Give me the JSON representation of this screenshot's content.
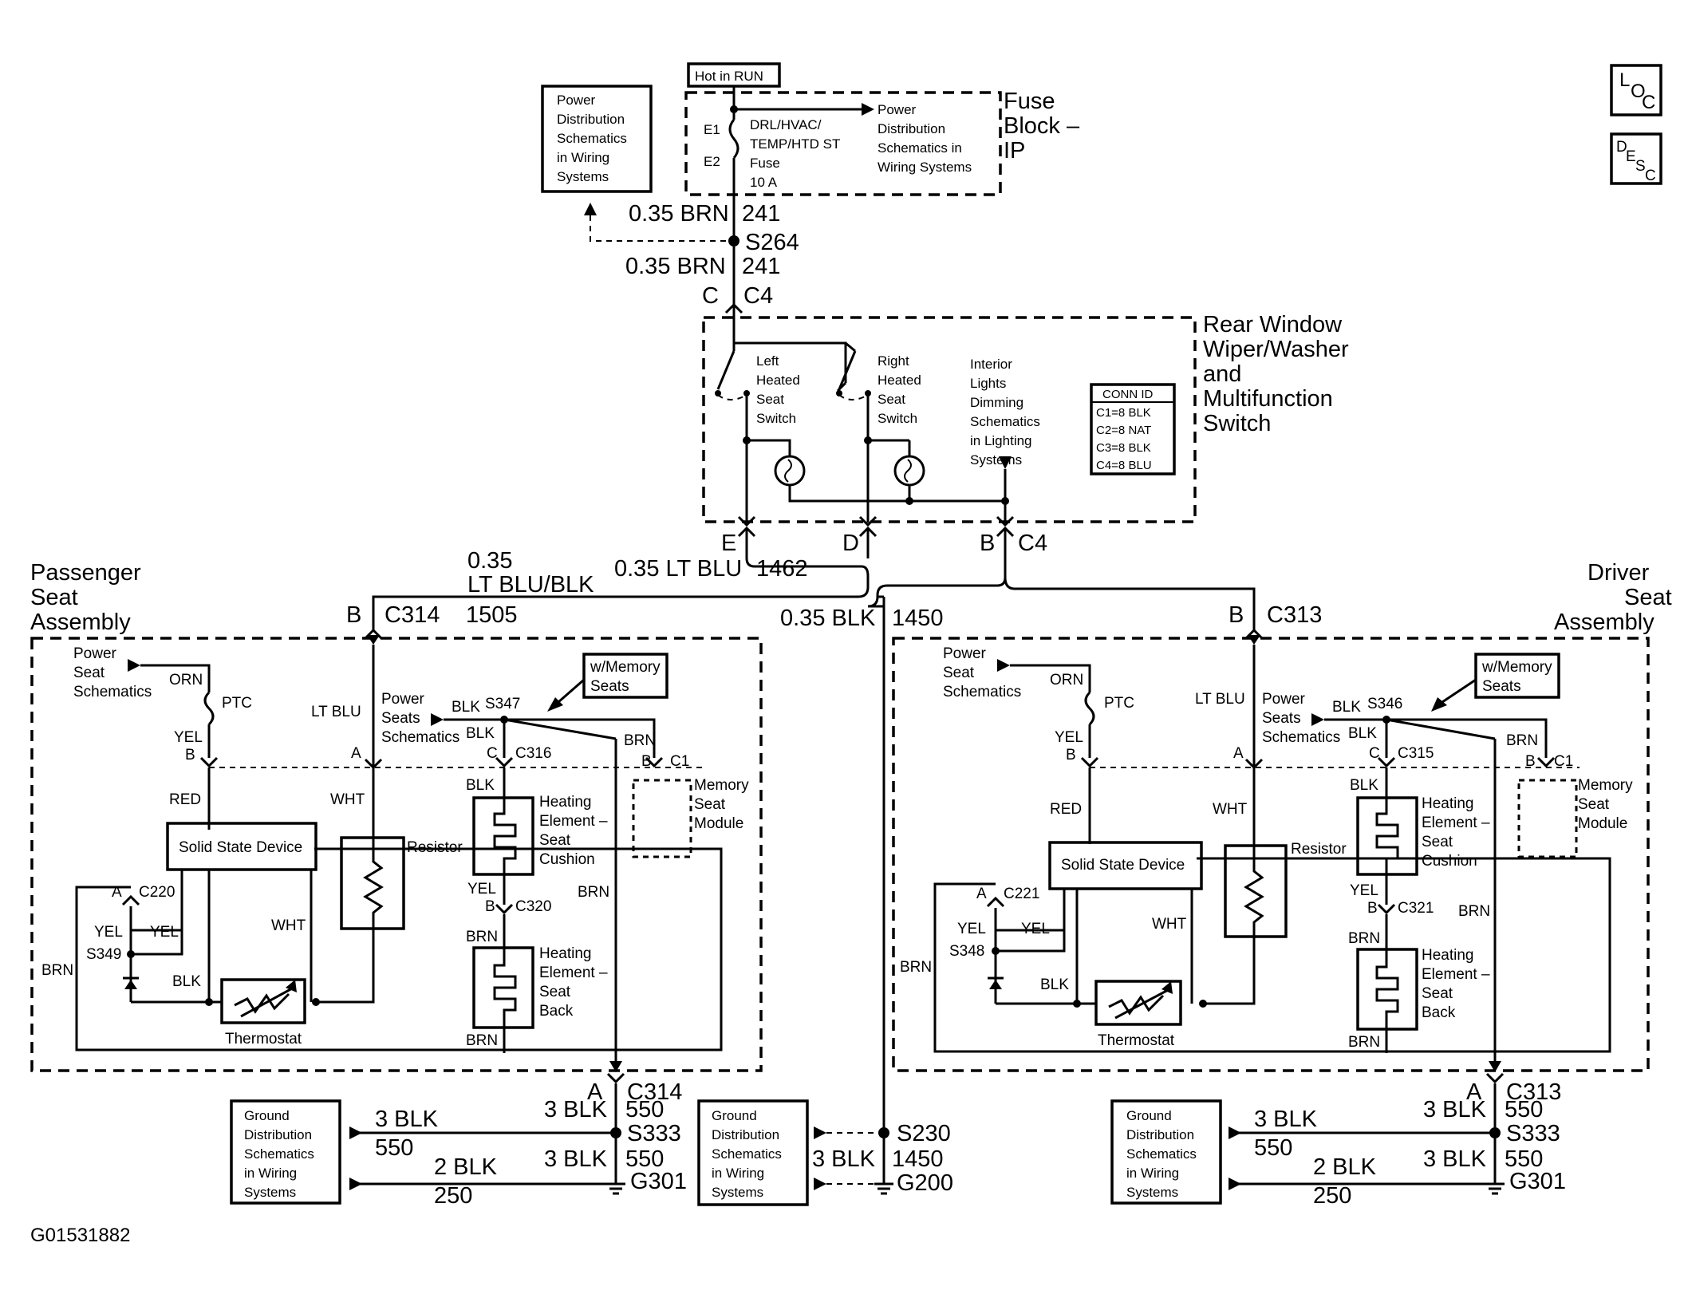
{
  "figure_id": "G01531882",
  "loc_icon": {
    "l": "L",
    "o": "O",
    "c": "C"
  },
  "desc_icon": {
    "d": "D",
    "e": "E",
    "s": "S",
    "c": "C"
  },
  "hot_in_run": "Hot in RUN",
  "fuse_block": {
    "title": [
      "Fuse",
      "Block –",
      "IP"
    ],
    "fuse_text": [
      "DRL/HVAC/",
      "TEMP/HTD ST",
      "Fuse",
      "10 A"
    ],
    "e1": "E1",
    "e2": "E2",
    "power_ref": [
      "Power",
      "Distribution",
      "Schematics in",
      "Wiring Systems"
    ]
  },
  "power_dist_box": [
    "Power",
    "Distribution",
    "Schematics",
    "in Wiring",
    "Systems"
  ],
  "feed": {
    "wire1": "0.35 BRN",
    "circuit1": "241",
    "splice": "S264",
    "wire2": "0.35 BRN",
    "circuit2": "241",
    "pin": "C",
    "connector": "C4"
  },
  "switch_assembly": {
    "title": [
      "Rear Window",
      "Wiper/Washer",
      "and",
      "Multifunction",
      "Switch"
    ],
    "left_switch": [
      "Left",
      "Heated",
      "Seat",
      "Switch"
    ],
    "right_switch": [
      "Right",
      "Heated",
      "Seat",
      "Switch"
    ],
    "interior_lights": [
      "Interior",
      "Lights",
      "Dimming",
      "Schematics",
      "in Lighting",
      "Systems"
    ],
    "conn_id": {
      "title": "CONN ID",
      "rows": [
        "C1=8 BLK",
        "C2=8 NAT",
        "C3=8 BLK",
        "C4=8 BLU"
      ]
    },
    "pins": {
      "e": "E",
      "d": "D",
      "b": "B",
      "connector": "C4"
    }
  },
  "mid_wires": {
    "wire_e_size": "0.35",
    "wire_e_color": "LT BLU/BLK",
    "wire_e_circuit": "1505",
    "wire_d": "0.35 LT BLU",
    "wire_d_circuit": "1462",
    "wire_b": "0.35 BLK",
    "wire_b_circuit": "1450"
  },
  "passenger": {
    "title": [
      "Passenger",
      "Seat",
      "Assembly"
    ],
    "conn_pin": "B",
    "conn": "C314",
    "power_seat": [
      "Power",
      "Seat",
      "Schematics"
    ],
    "orn": "ORN",
    "ptc": "PTC",
    "yel": "YEL",
    "pin_b": "B",
    "lt_blu": "LT BLU",
    "pin_a": "A",
    "power_seats": [
      "Power",
      "Seats",
      "Schematics"
    ],
    "blk1": "BLK",
    "splice": "S347",
    "blk2": "BLK",
    "memory_tag": [
      "w/Memory",
      "Seats"
    ],
    "brn": "BRN",
    "pin_b2": "B",
    "c1": "C1",
    "pin_c": "C",
    "c316": "C316",
    "red": "RED",
    "wht1": "WHT",
    "blk3": "BLK",
    "heat_cushion": [
      "Heating",
      "Element –",
      "Seat",
      "Cushion"
    ],
    "memory_module": [
      "Memory",
      "Seat",
      "Module"
    ],
    "ssd": "Solid State Device",
    "resistor": "Resistor",
    "pin_a2": "A",
    "c220": "C220",
    "yel2": "YEL",
    "yel3": "YEL",
    "s349": "S349",
    "wht2": "WHT",
    "brn_left": "BRN",
    "yel4": "YEL",
    "pin_b3": "B",
    "c320": "C320",
    "brn2": "BRN",
    "brn3": "BRN",
    "heat_back": [
      "Heating",
      "Element –",
      "Seat",
      "Back"
    ],
    "blk4": "BLK",
    "thermostat": "Thermostat",
    "brn4": "BRN",
    "bottom_pin": "A",
    "bottom_conn": "C314",
    "gnd_box": [
      "Ground",
      "Distribution",
      "Schematics",
      "in Wiring",
      "Systems"
    ],
    "w1": "3 BLK",
    "w1c": "550",
    "w2": "3 BLK",
    "w2c": "550",
    "s333": "S333",
    "w3": "3 BLK",
    "w3c": "550",
    "w4": "2 BLK",
    "w4c": "250",
    "g301": "G301"
  },
  "center_ground": {
    "box": [
      "Ground",
      "Distribution",
      "Schematics",
      "in Wiring",
      "Systems"
    ],
    "s230": "S230",
    "wire": "3 BLK",
    "circuit": "1450",
    "g200": "G200"
  },
  "driver": {
    "title": [
      "Driver",
      "Seat",
      "Assembly"
    ],
    "conn_pin": "B",
    "conn": "C313",
    "power_seat": [
      "Power",
      "Seat",
      "Schematics"
    ],
    "orn": "ORN",
    "ptc": "PTC",
    "yel": "YEL",
    "pin_b": "B",
    "lt_blu": "LT BLU",
    "pin_a": "A",
    "power_seats": [
      "Power",
      "Seats",
      "Schematics"
    ],
    "blk1": "BLK",
    "splice": "S346",
    "blk2": "BLK",
    "memory_tag": [
      "w/Memory",
      "Seats"
    ],
    "brn": "BRN",
    "pin_b2": "B",
    "c1": "C1",
    "pin_c": "C",
    "c315": "C315",
    "red": "RED",
    "wht1": "WHT",
    "blk3": "BLK",
    "heat_cushion": [
      "Heating",
      "Element –",
      "Seat",
      "Cushion"
    ],
    "memory_module": [
      "Memory",
      "Seat",
      "Module"
    ],
    "ssd": "Solid State Device",
    "resistor": "Resistor",
    "pin_a2": "A",
    "c221": "C221",
    "yel2": "YEL",
    "yel3": "YEL",
    "s348": "S348",
    "wht2": "WHT",
    "brn_left": "BRN",
    "yel4": "YEL",
    "pin_b3": "B",
    "c321": "C321",
    "brn2": "BRN",
    "brn3": "BRN",
    "heat_back": [
      "Heating",
      "Element –",
      "Seat",
      "Back"
    ],
    "blk4": "BLK",
    "thermostat": "Thermostat",
    "brn4": "BRN",
    "bottom_pin": "A",
    "bottom_conn": "C313",
    "gnd_box": [
      "Ground",
      "Distribution",
      "Schematics",
      "in Wiring",
      "Systems"
    ],
    "w1": "3 BLK",
    "w1c": "550",
    "w2": "3 BLK",
    "w2c": "550",
    "s333": "S333",
    "w3": "3 BLK",
    "w3c": "550",
    "w4": "2 BLK",
    "w4c": "250",
    "g301": "G301"
  }
}
